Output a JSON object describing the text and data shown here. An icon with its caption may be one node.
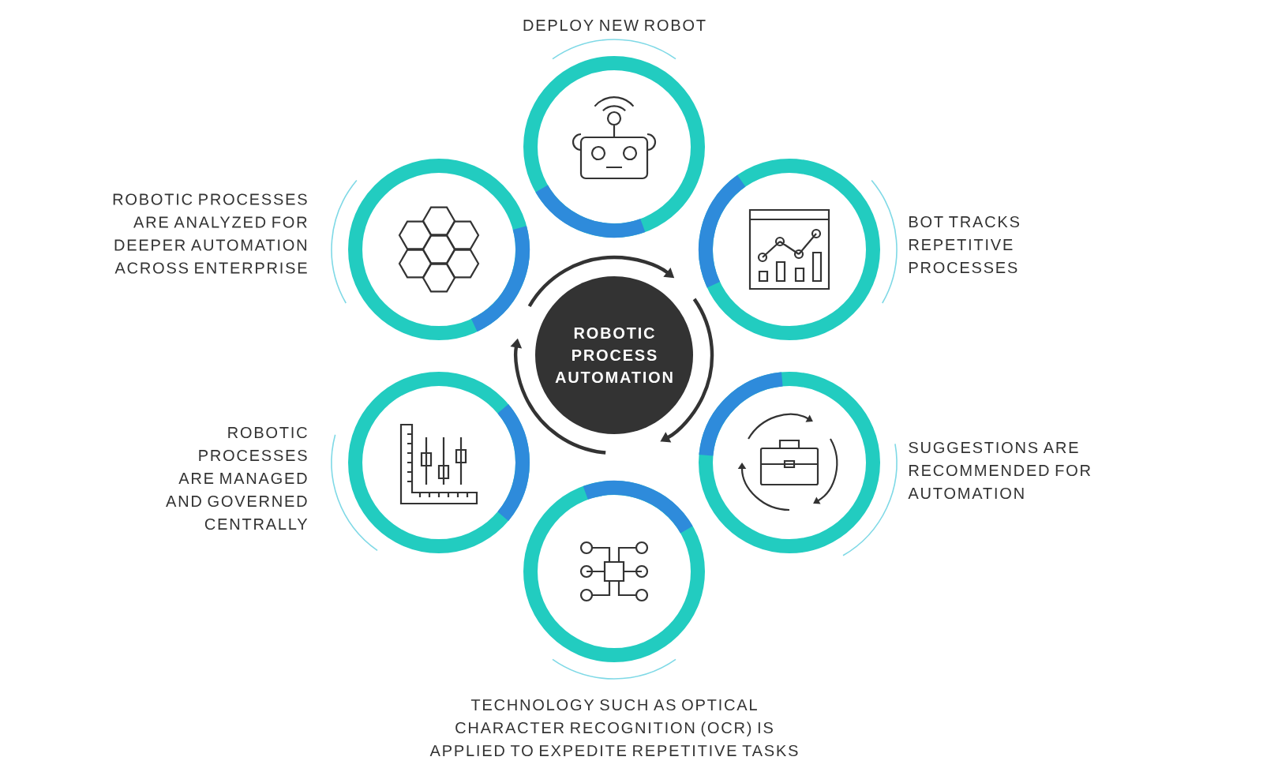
{
  "diagram": {
    "nodes": [
      {
        "text": [
          "ROBOTIC PROCESS AUTOMATION"
        ]
      },
      {
        "text": [],
        "shape": "circle",
        "beside": [
          "DEPLOY NEW ROBOT"
        ]
      },
      {
        "text": [],
        "shape": "circle",
        "beside": [
          "BOT TRACKS REPETITIVE PROCESSES"
        ]
      },
      {
        "text": [],
        "shape": "circle",
        "beside": [
          "SUGGESTIONS ARE RECOMMENDED FOR AUTOMATION"
        ]
      },
      {
        "text": [],
        "shape": "circle",
        "beside": [
          "TECHNOLOGY SUCH AS OPTICAL CHARACTER RECOGNITION (OCR) IS APPLIED TO EXPEDITE REPETITIVE TASKS"
        ]
      },
      {
        "text": [],
        "shape": "circle",
        "beside": [
          "ROBOTIC PROCESSES ARE MANAGED AND GOVERNED CENTRALLY"
        ]
      },
      {
        "text": [],
        "shape": "circle",
        "beside": [
          "ROBOTIC PROCESSES ARE ANALYZED FOR DEEPER AUTOMATION ACROSS ENTERPRISE"
        ]
      }
    ]
  }
}
